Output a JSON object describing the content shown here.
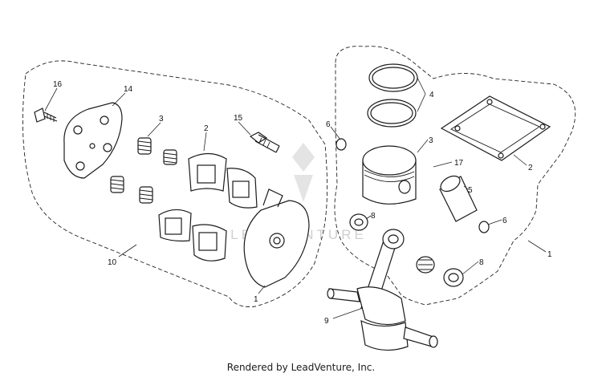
{
  "diagram": {
    "callouts": {
      "c16": "16",
      "c14": "14",
      "c3": "3",
      "c2a": "2",
      "c15": "15",
      "c10": "10",
      "c1a": "1",
      "c4": "4",
      "c6a": "6",
      "c3b": "3",
      "c17": "17",
      "c2b": "2",
      "c5": "5",
      "c6b": "6",
      "c8a": "8",
      "c8b": "8",
      "c1b": "1",
      "c9": "9"
    },
    "watermark": "LEADVENTURE"
  },
  "footer": {
    "text": "Rendered by LeadVenture, Inc."
  }
}
